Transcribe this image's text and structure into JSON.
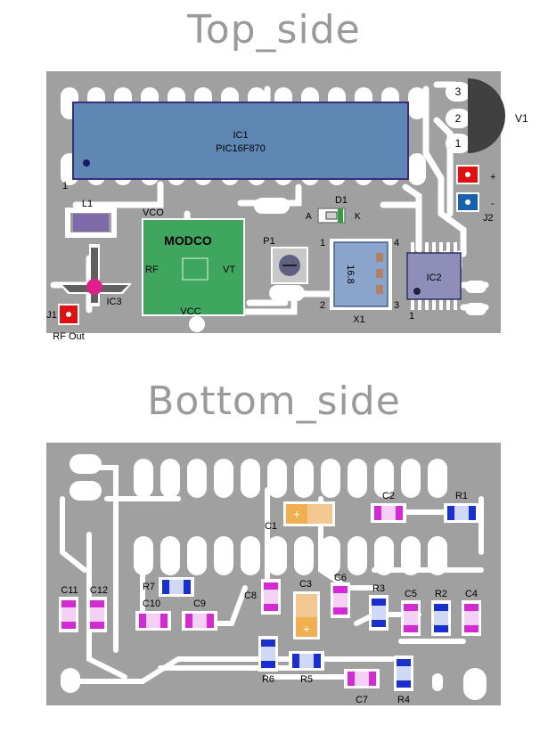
{
  "titles": {
    "top": "Top_side",
    "bottom": "Bottom_side"
  },
  "colors": {
    "board": "#a0a0a0",
    "copper": "#ffffff",
    "ic1_body": "#5f87b4",
    "modco_body": "#3fa660",
    "ic2_body": "#8e8eb8",
    "cap_magenta": "#d42ad4",
    "res_blue": "#1a2fd0",
    "tantalum": "#f0b050"
  },
  "top": {
    "ic1": {
      "name": "IC1",
      "part": "PIC16F870",
      "pin1": "1"
    },
    "v1": {
      "name": "V1",
      "pins": [
        "3",
        "2",
        "1"
      ]
    },
    "j2": {
      "name": "J2",
      "plus": "+",
      "minus": "-"
    },
    "l1": "L1",
    "vco": "VCO",
    "d1": {
      "name": "D1",
      "anode": "A",
      "cathode": "K"
    },
    "modco": {
      "name": "MODCO",
      "rf": "RF",
      "vt": "VT",
      "vcc": "VCC"
    },
    "p1": "P1",
    "x1": {
      "name": "X1",
      "value": "16.8",
      "pins": [
        "1",
        "2",
        "3",
        "4"
      ]
    },
    "ic2": {
      "name": "IC2",
      "pin1": "1"
    },
    "ic3": "IC3",
    "j1": {
      "name": "J1",
      "label": "RF Out"
    }
  },
  "bottom": {
    "components": [
      "C1",
      "C2",
      "R1",
      "R7",
      "C8",
      "C3",
      "C6",
      "R3",
      "C5",
      "R2",
      "C4",
      "C11",
      "C12",
      "C10",
      "C9",
      "R6",
      "R5",
      "C7",
      "R4"
    ]
  }
}
